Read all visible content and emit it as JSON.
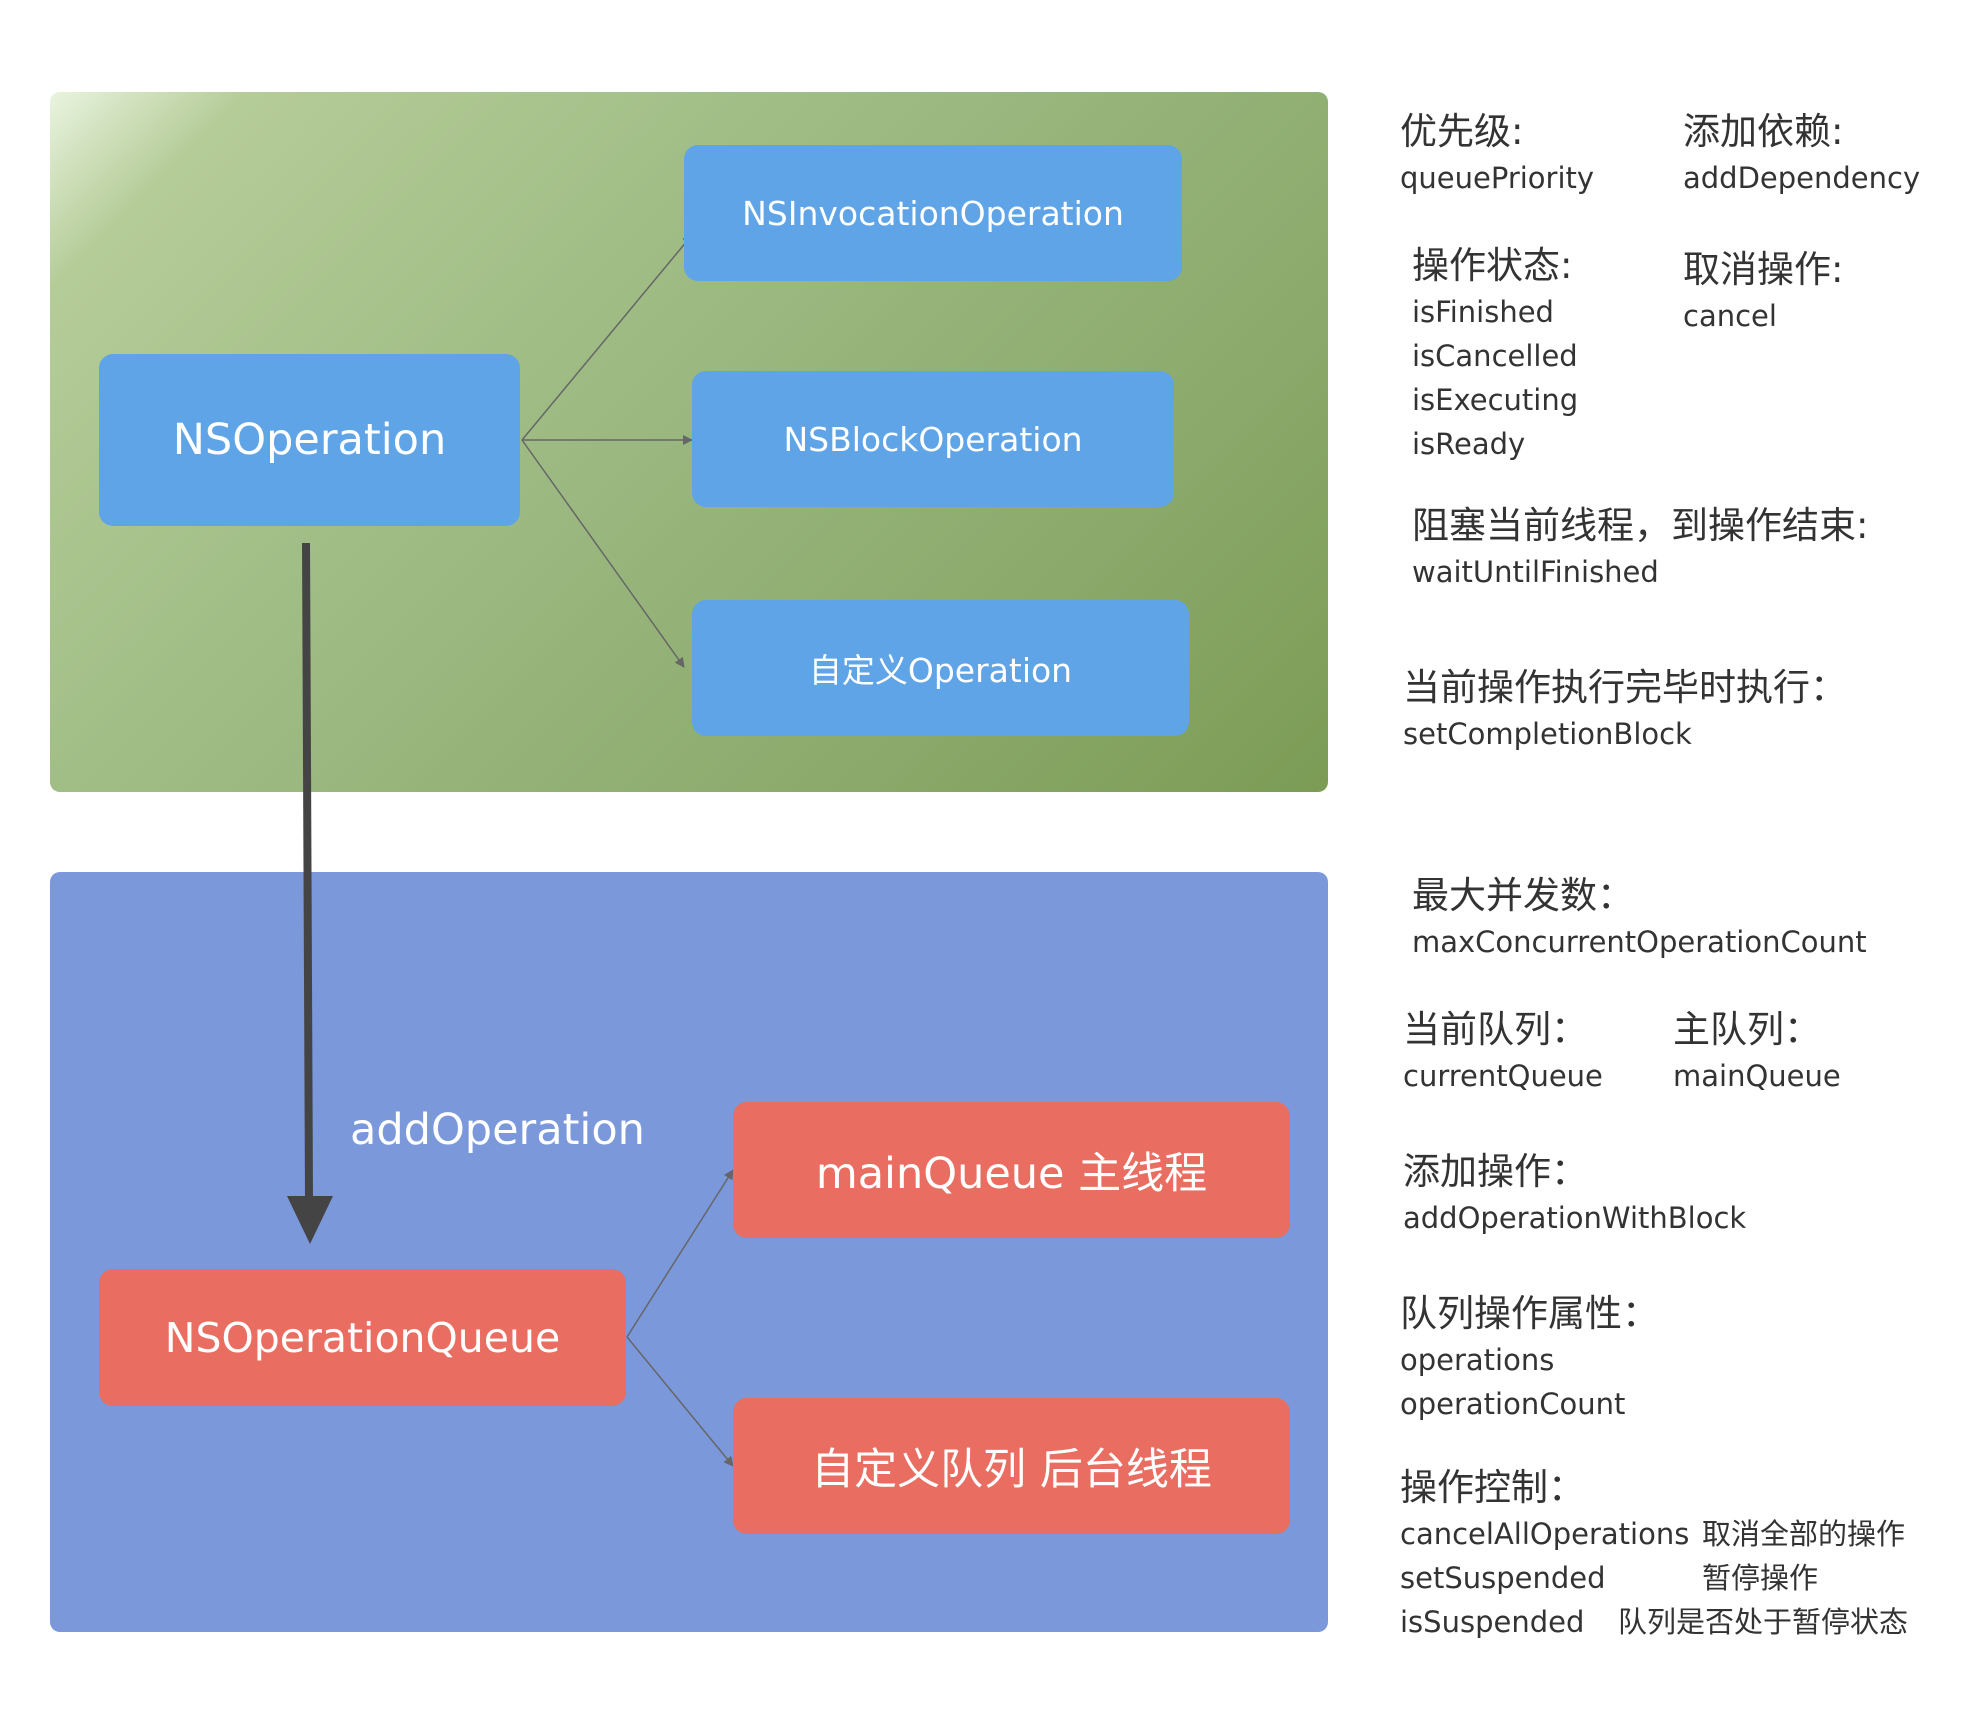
{
  "diagram": {
    "operation_section": {
      "root": "NSOperation",
      "subclasses": [
        "NSInvocationOperation",
        "NSBlockOperation",
        "自定义Operation"
      ]
    },
    "queue_section": {
      "root": "NSOperationQueue",
      "queues": [
        "mainQueue 主线程",
        "自定义队列 后台线程"
      ]
    },
    "edge_label": "addOperation"
  },
  "notes": {
    "priority": {
      "title": "优先级:",
      "values": [
        "queuePriority"
      ]
    },
    "dependency": {
      "title": "添加依赖:",
      "values": [
        "addDependency"
      ]
    },
    "state": {
      "title": "操作状态:",
      "values": [
        "isFinished",
        "isCancelled",
        "isExecuting",
        "isReady"
      ]
    },
    "cancel": {
      "title": "取消操作:",
      "values": [
        "cancel"
      ]
    },
    "wait": {
      "title": "阻塞当前线程，到操作结束:",
      "values": [
        "waitUntilFinished"
      ]
    },
    "completion": {
      "title": "当前操作执行完毕时执行：",
      "values": [
        "setCompletionBlock"
      ]
    },
    "max_concurrent": {
      "title": "最大并发数：",
      "values": [
        "maxConcurrentOperationCount"
      ]
    },
    "current_queue": {
      "title": "当前队列：",
      "values": [
        "currentQueue"
      ]
    },
    "main_queue": {
      "title": "主队列：",
      "values": [
        "mainQueue"
      ]
    },
    "add_operation": {
      "title": "添加操作：",
      "values": [
        "addOperationWithBlock"
      ]
    },
    "queue_props": {
      "title": "队列操作属性：",
      "values": [
        "operations",
        "operationCount"
      ]
    },
    "control": {
      "title": "操作控制：",
      "rows": [
        {
          "method": "cancelAllOperations",
          "desc": "取消全部的操作"
        },
        {
          "method": "setSuspended",
          "desc": "暂停操作"
        },
        {
          "method": "isSuspended",
          "desc": "队列是否处于暂停状态"
        }
      ]
    }
  },
  "colors": {
    "operation_box": "#5fa4e6",
    "queue_box": "#e96e61",
    "green_panel": "#9bb981",
    "blue_panel": "#7b98db",
    "main_arrow": "#444444",
    "connector": "#666666"
  }
}
